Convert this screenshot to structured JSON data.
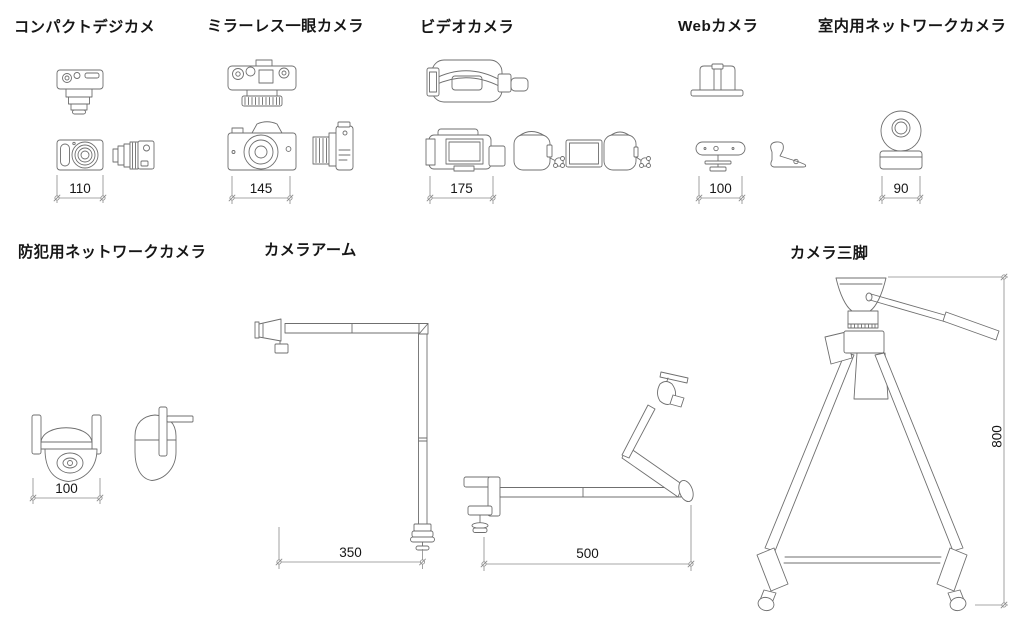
{
  "figures": {
    "compact": {
      "label": "コンパクトデジカメ",
      "dim": "110"
    },
    "mirrorless": {
      "label": "ミラーレス一眼カメラ",
      "dim": "145"
    },
    "video": {
      "label": "ビデオカメラ",
      "dim": "175"
    },
    "webcam": {
      "label": "Webカメラ",
      "dim": "100"
    },
    "indoor": {
      "label": "室内用ネットワークカメラ",
      "dim": "90"
    },
    "security": {
      "label": "防犯用ネットワークカメラ",
      "dim": "100"
    },
    "arm": {
      "label": "カメラアーム",
      "dim_arm1": "350",
      "dim_arm2": "500"
    },
    "tripod": {
      "label": "カメラ三脚",
      "dim": "800"
    }
  },
  "colors": {
    "line": "#6f6f6f",
    "dim": "#8a8a8a",
    "text": "#161616"
  }
}
